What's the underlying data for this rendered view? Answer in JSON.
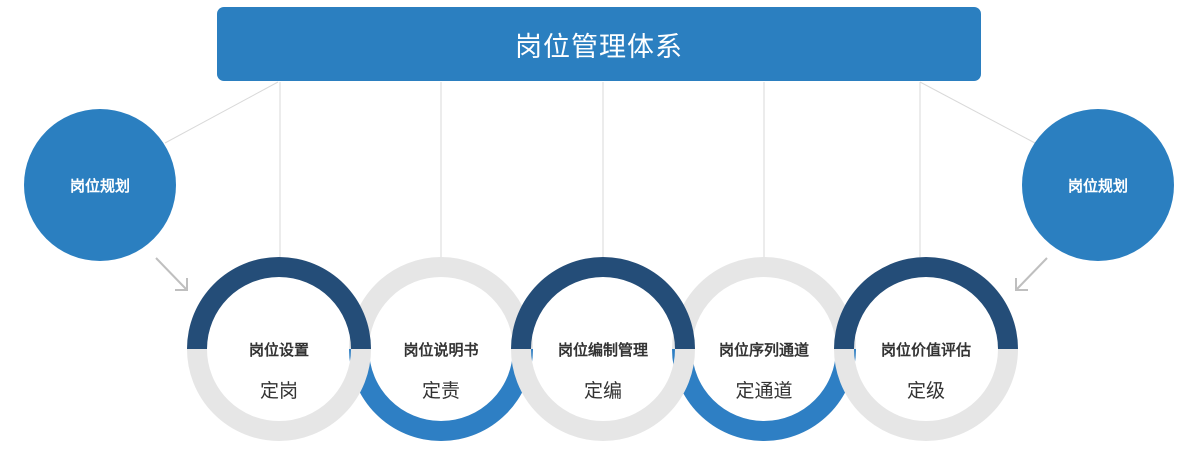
{
  "header": {
    "title": "岗位管理体系"
  },
  "side_circles": {
    "left_label": "岗位规划",
    "right_label": "岗位规划"
  },
  "stages": [
    {
      "title": "岗位设置",
      "subtitle": "定岗"
    },
    {
      "title": "岗位说明书",
      "subtitle": "定责"
    },
    {
      "title": "岗位编制管理",
      "subtitle": "定编"
    },
    {
      "title": "岗位序列通道",
      "subtitle": "定通道"
    },
    {
      "title": "岗位价值评估",
      "subtitle": "定级"
    }
  ],
  "colors": {
    "header": "#2b7fc0",
    "side_circle": "#2b7fc0",
    "ring_dark": "#244d78",
    "ring_blue": "#2e7fc4",
    "ring_gray": "#e6e6e6",
    "connector": "#d9d9d9",
    "arrow": "#bfbfbf"
  }
}
